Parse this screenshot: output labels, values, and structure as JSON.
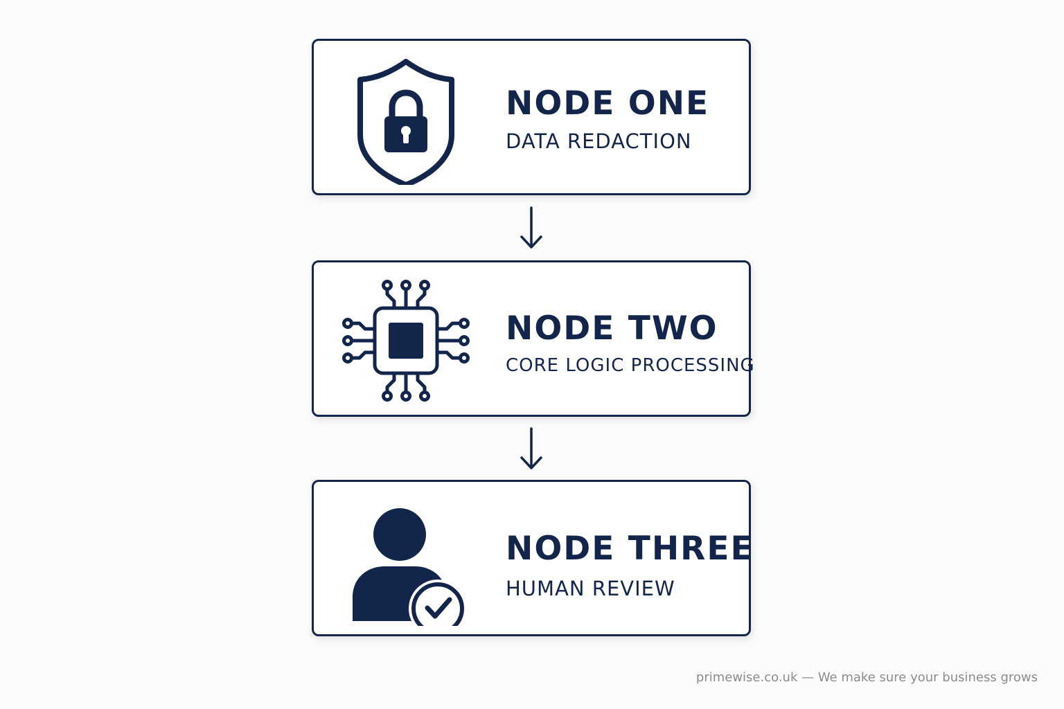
{
  "colors": {
    "primary": "#13254a",
    "background": "#fbfbfb",
    "card": "#ffffff",
    "footer_text": "#8c8c8c"
  },
  "nodes": [
    {
      "title": "NODE ONE",
      "subtitle": "DATA REDACTION",
      "icon": "shield-lock-icon"
    },
    {
      "title": "NODE TWO",
      "subtitle": "CORE LOGIC PROCESSING",
      "icon": "circuit-chip-icon"
    },
    {
      "title": "NODE THREE",
      "subtitle": "HUMAN REVIEW",
      "icon": "user-check-icon"
    }
  ],
  "connectors": [
    {
      "icon": "arrow-down-icon"
    },
    {
      "icon": "arrow-down-icon"
    }
  ],
  "footer": {
    "text": "primewise.co.uk — We make sure your business grows"
  }
}
